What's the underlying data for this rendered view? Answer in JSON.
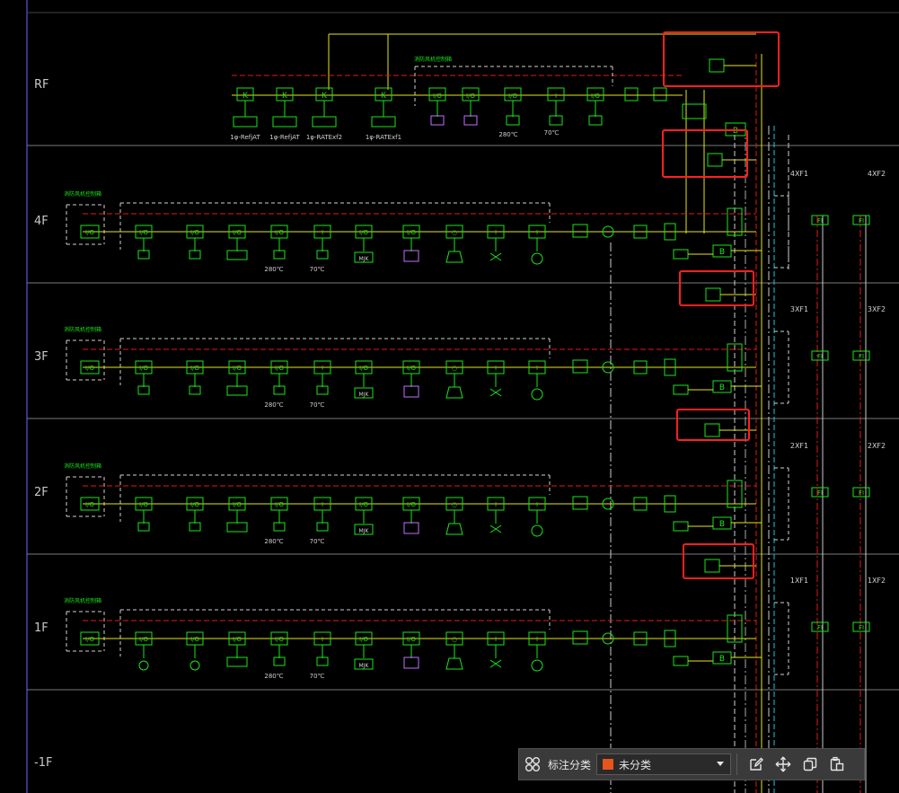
{
  "floors": [
    {
      "id": "rf",
      "label": "RF"
    },
    {
      "id": "4f",
      "label": "4F"
    },
    {
      "id": "3f",
      "label": "3F"
    },
    {
      "id": "2f",
      "label": "2F"
    },
    {
      "id": "1f",
      "label": "1F"
    },
    {
      "id": "b1",
      "label": "-1F"
    }
  ],
  "rf_row": {
    "k_labels": [
      "1φ-RefjAT",
      "1φ-RefjAT",
      "1φ-RATExf2",
      "1φ-RATExf1"
    ],
    "temps": [
      "280℃",
      "70℃"
    ],
    "group_note": "消防风机控制箱"
  },
  "floor_rows": [
    {
      "floor": "4F",
      "temps": [
        "280℃",
        "70℃"
      ],
      "junction": "MJK",
      "note": "消防风机控制箱",
      "panel": "4XF1",
      "panel2": "4XF2"
    },
    {
      "floor": "3F",
      "temps": [
        "280℃",
        "70℃"
      ],
      "junction": "MJK",
      "note": "消防风机控制箱",
      "panel": "3XF1",
      "panel2": "3XF2"
    },
    {
      "floor": "2F",
      "temps": [
        "280℃",
        "70℃"
      ],
      "junction": "MJK",
      "note": "消防风机控制箱",
      "panel": "2XF1",
      "panel2": "2XF2"
    },
    {
      "floor": "1F",
      "temps": [
        "280℃",
        "70℃"
      ],
      "junction": "MJK",
      "note": "消防风机控制箱",
      "panel": "1XF1",
      "panel2": "1XF2"
    }
  ],
  "toolbar": {
    "label": "标注分类",
    "selected": "未分类",
    "swatch_color": "#e8541c"
  },
  "colors": {
    "device_green": "#19e619",
    "bus_yellow": "#e6e619",
    "dash_red": "#e61919",
    "dash_white": "#d0d0d0",
    "dash_cyan": "#19c8e6",
    "highlight_red": "#ff2020",
    "floor_line": "#7a7a7a",
    "purple": "#c070ff"
  }
}
